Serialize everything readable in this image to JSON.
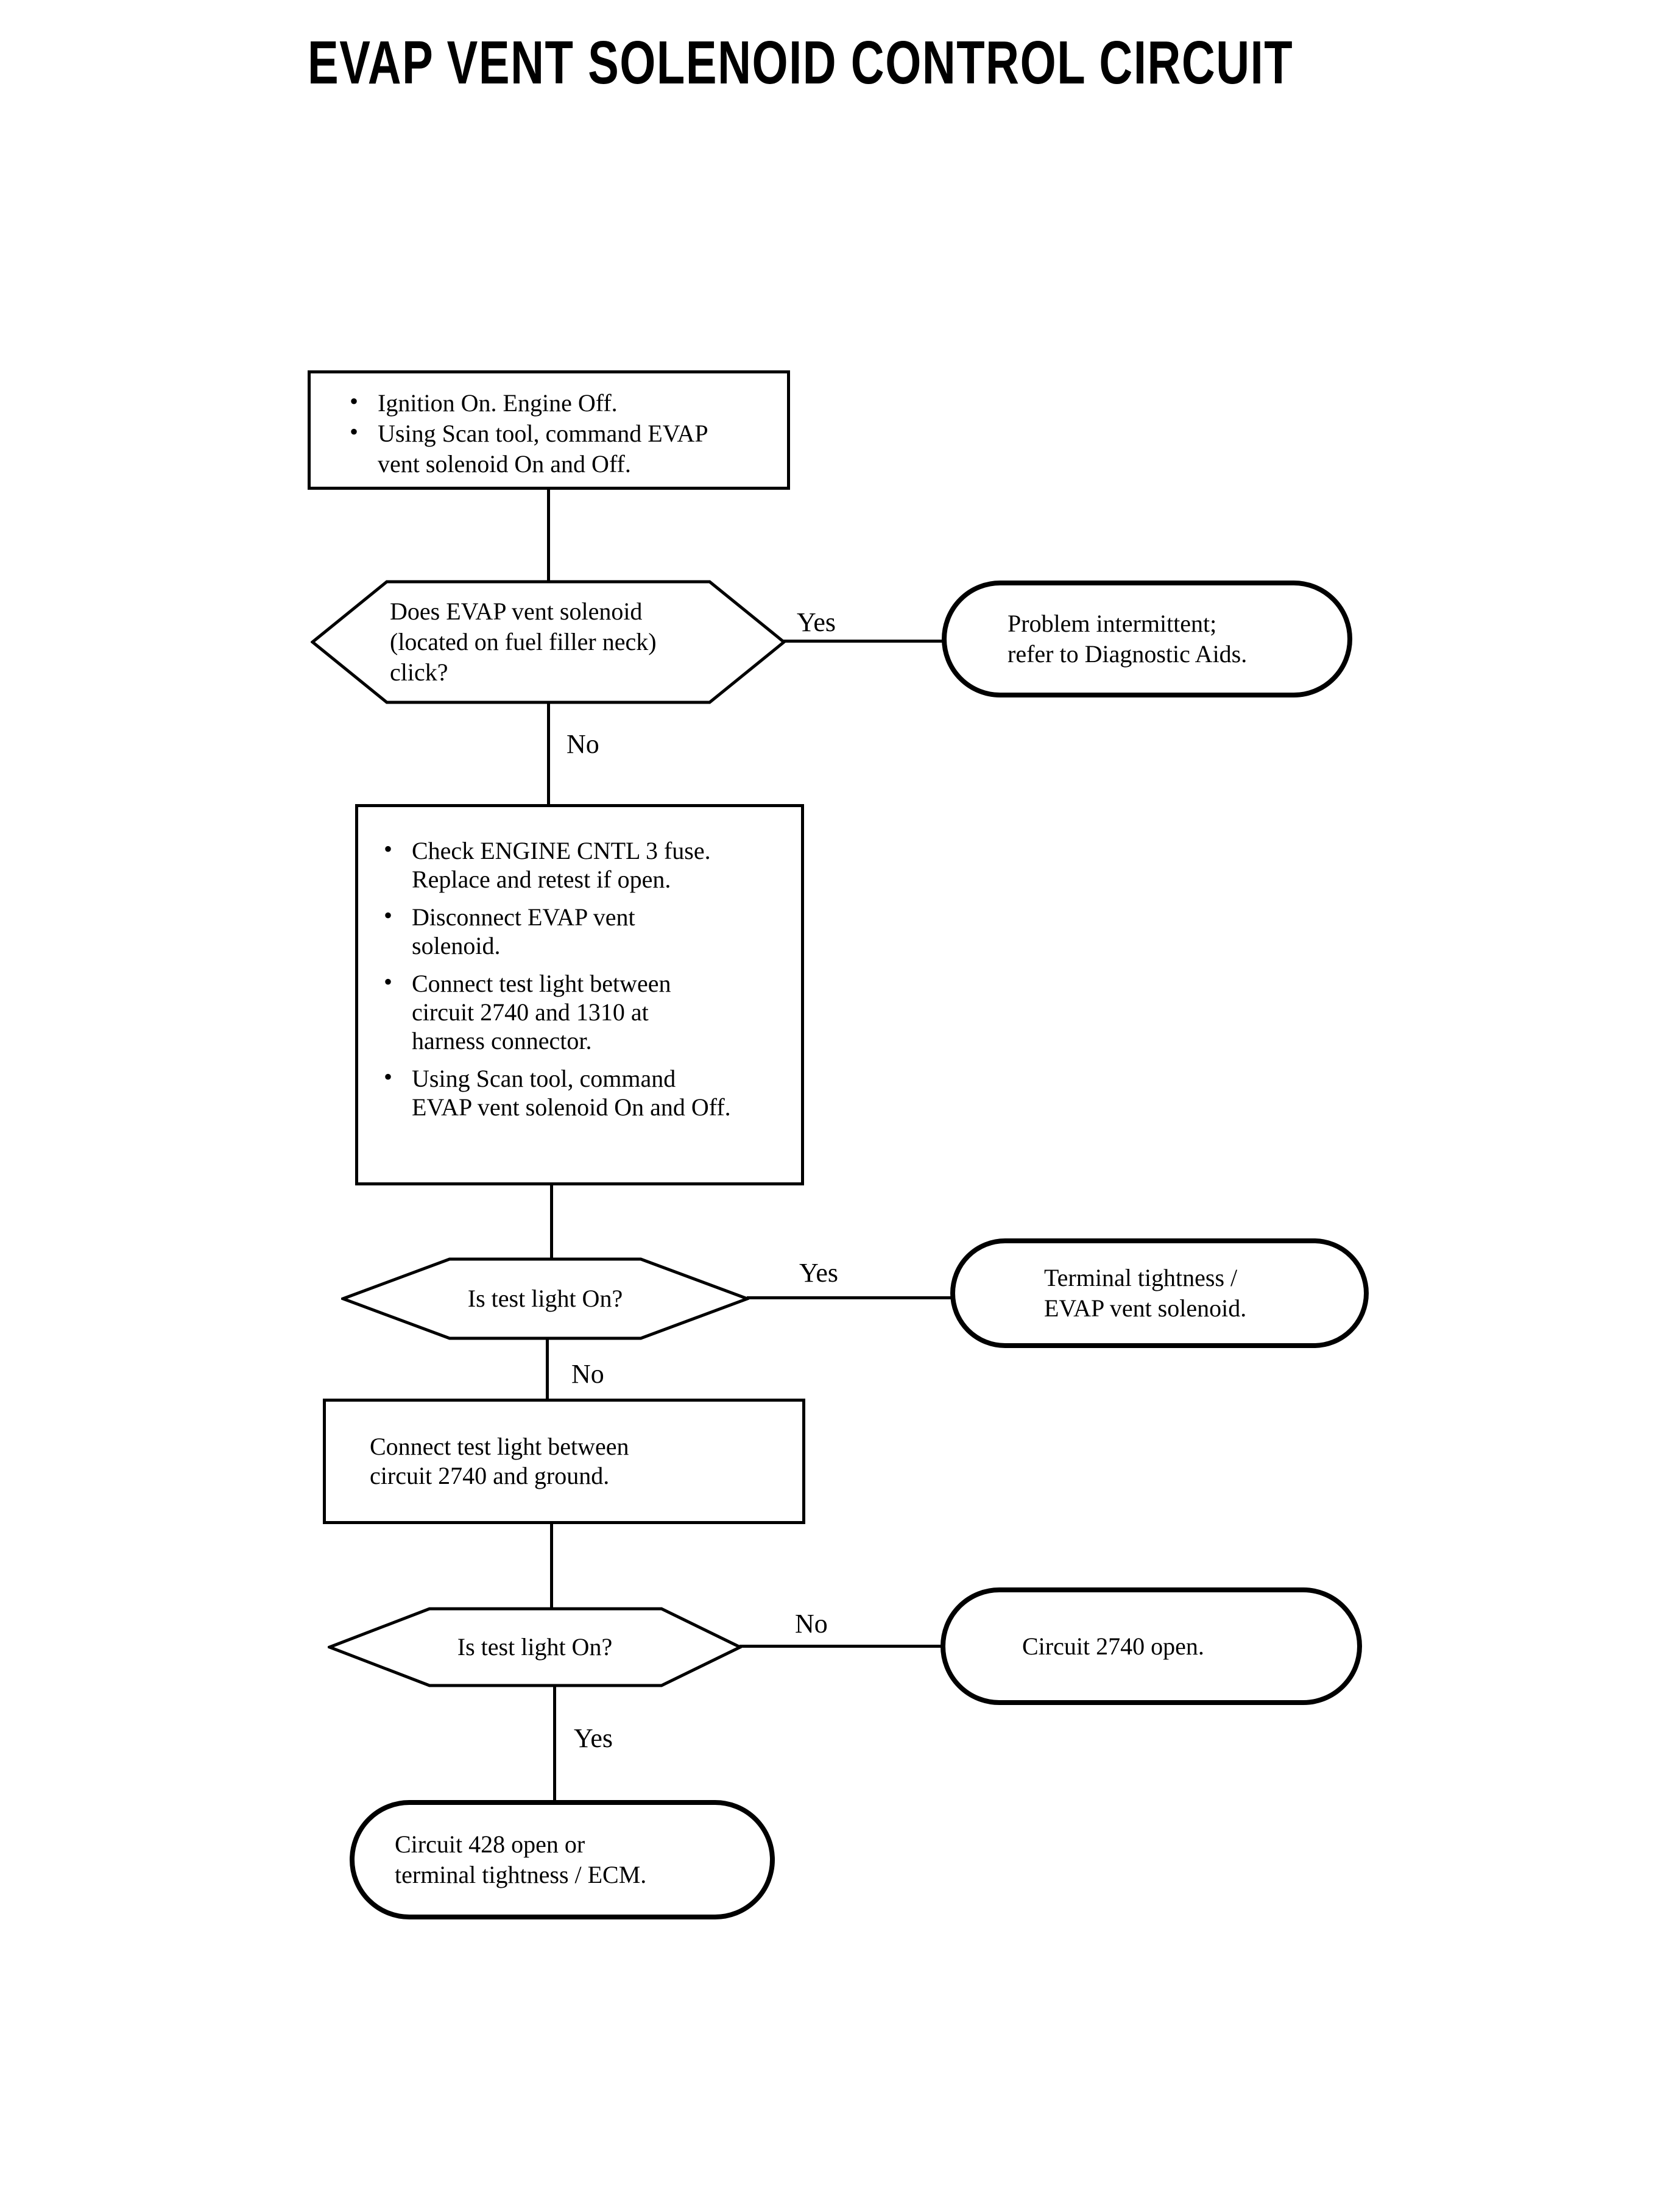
{
  "page": {
    "background": "#ffffff",
    "ink": "#000000"
  },
  "title": "EVAP VENT SOLENOID CONTROL CIRCUIT",
  "glyphs": {
    "bullet": "•"
  },
  "flow": {
    "start": {
      "bullets": [
        {
          "lines": [
            "Ignition On. Engine Off."
          ]
        },
        {
          "lines": [
            "Using Scan tool, command EVAP",
            "vent solenoid On and Off."
          ]
        }
      ]
    },
    "decision1": {
      "lines": [
        "Does EVAP vent solenoid",
        "(located on fuel filler neck)",
        "click?"
      ],
      "yes_label": "Yes",
      "no_label": "No"
    },
    "terminal1": {
      "lines": [
        "Problem intermittent;",
        "refer to Diagnostic Aids."
      ]
    },
    "process2": {
      "bullets": [
        {
          "lines": [
            "Check ENGINE CNTL 3 fuse.",
            "Replace and retest if open."
          ]
        },
        {
          "lines": [
            "Disconnect EVAP vent",
            "solenoid."
          ]
        },
        {
          "lines": [
            "Connect test light between",
            "circuit 2740 and 1310 at",
            "harness connector."
          ]
        },
        {
          "lines": [
            "Using Scan tool, command",
            "EVAP vent solenoid On and Off."
          ]
        }
      ]
    },
    "decision2": {
      "lines": [
        "Is test light On?"
      ],
      "yes_label": "Yes",
      "no_label": "No"
    },
    "terminal2": {
      "lines": [
        "Terminal tightness /",
        "EVAP vent solenoid."
      ]
    },
    "process3": {
      "lines": [
        "Connect test light between",
        "circuit 2740 and ground."
      ]
    },
    "decision3": {
      "lines": [
        "Is test light On?"
      ],
      "no_label": "No",
      "yes_label": "Yes"
    },
    "terminal3": {
      "lines": [
        "Circuit 2740 open."
      ]
    },
    "terminal4": {
      "lines": [
        "Circuit 428 open or",
        "terminal tightness / ECM."
      ]
    }
  }
}
